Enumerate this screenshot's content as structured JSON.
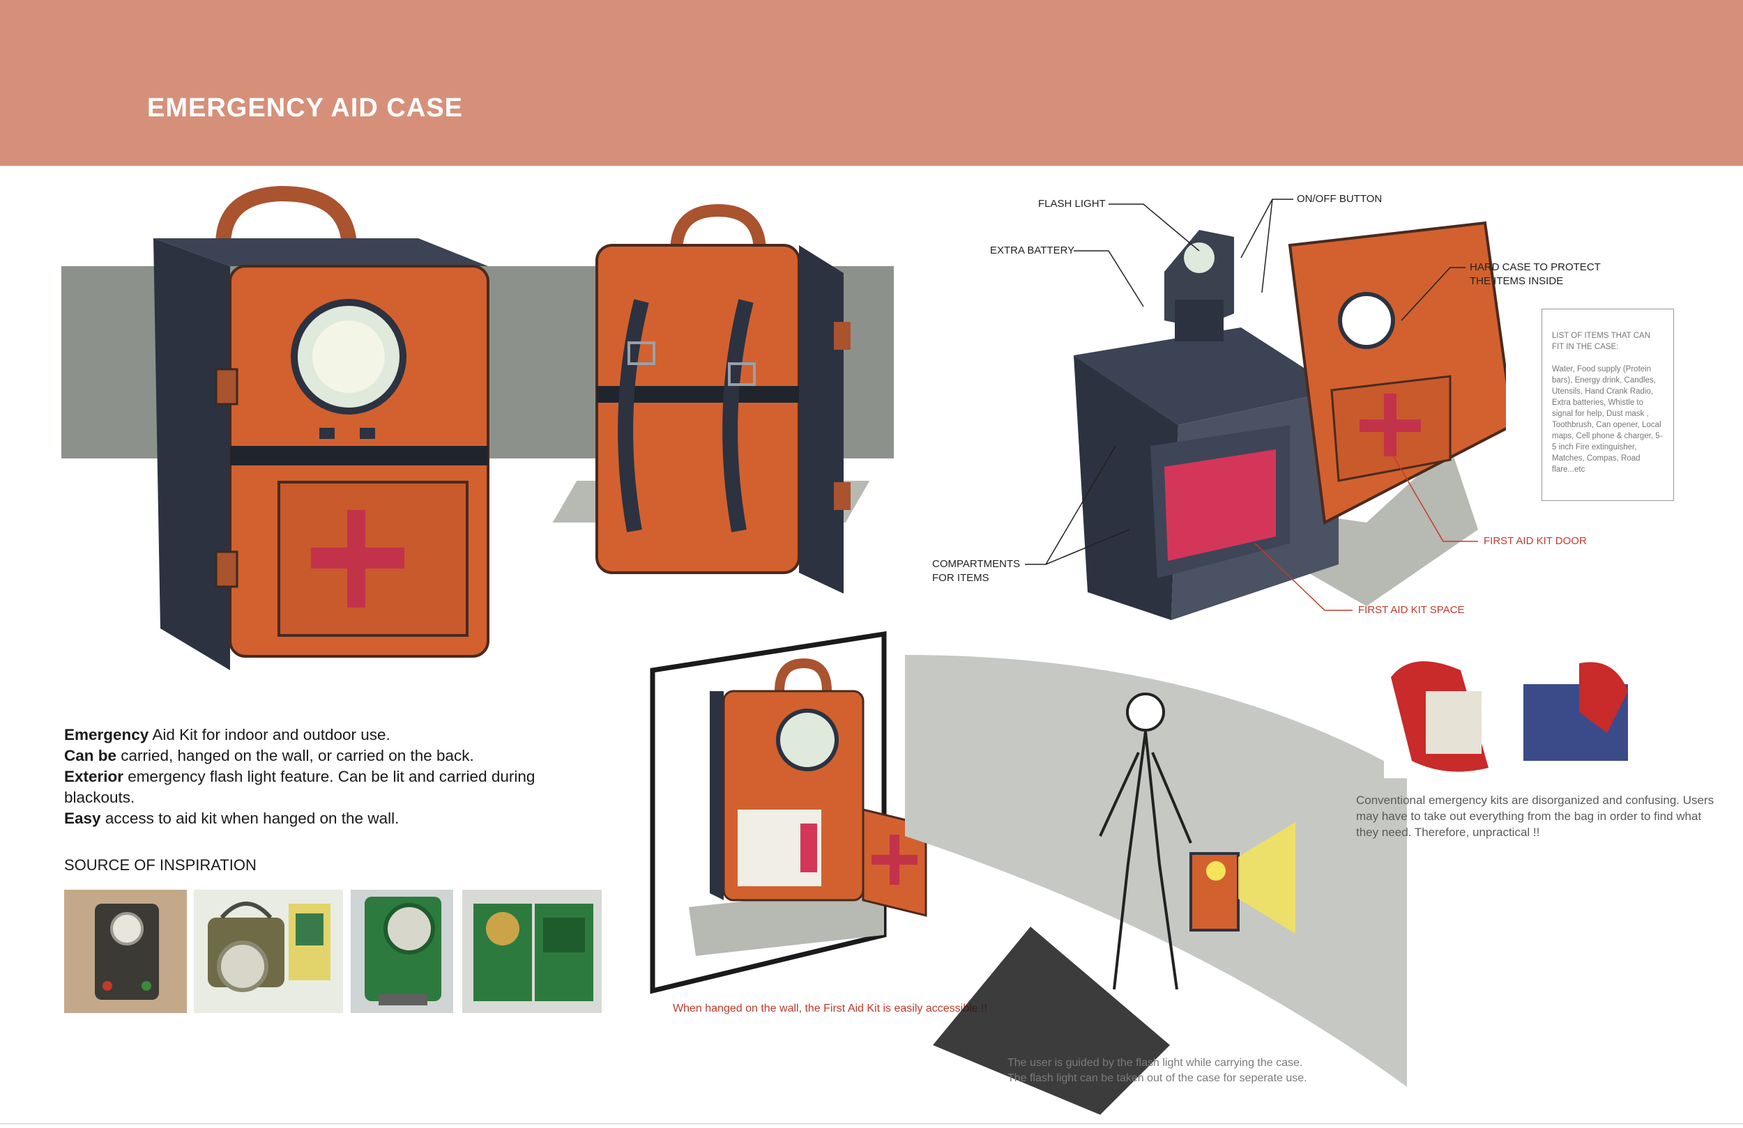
{
  "header": {
    "title": "EMERGENCY AID CASE",
    "band_color": "#d6907a"
  },
  "exploded_view": {
    "labels": {
      "flash_light": "FLASH LIGHT",
      "on_off_button": "ON/OFF BUTTON",
      "extra_battery": "EXTRA BATTERY",
      "hard_case": "HARD CASE TO PROTECT\nTHE ITEMS INSIDE",
      "first_aid_kit_door": "FIRST AID KIT DOOR",
      "compartments": "COMPARTMENTS\nFOR ITEMS",
      "first_aid_kit_space": "FIRST AID KIT SPACE"
    },
    "list_box": {
      "title": "LIST OF ITEMS THAT CAN FIT IN THE CASE:",
      "body": "Water, Food supply (Protein bars), Energy drink,  Candles, Utensils, Hand Crank Radio, Extra batteries, Whistle to signal for help, Dust mask , Toothbrush, Can opener, Local maps,  Cell phone & charger,  5-5 inch Fire extinguisher, Matches, Compas, Road flare...etc"
    }
  },
  "description": {
    "lines": [
      {
        "bold": "Emergency",
        "text": " Aid Kit for indoor and outdoor use."
      },
      {
        "bold": "Can be",
        "text": " carried, hanged on the wall, or carried on the back."
      },
      {
        "bold": "Exterior",
        "text": " emergency flash light feature. Can be lit and carried during blackouts."
      },
      {
        "bold": "Easy",
        "text": " access to aid kit when hanged on the wall."
      }
    ]
  },
  "inspiration": {
    "heading": "SOURCE OF INSPIRATION"
  },
  "captions": {
    "wall": "When hanged on the wall, the First Aid Kit is easily accessible !!",
    "user": "The user is guided by the flash light while carrying the case.\nThe flash light can be taken out of the case for seperate use.",
    "kits": "Conventional emergency kits are disorganized and confusing. Users may have to take out everything from the bag in order to find what they need. Therefore, unpractical !!"
  },
  "colors": {
    "case_orange": "#d2612f",
    "case_dark": "#2c3240",
    "accent_red": "#c43a2a",
    "band_grey": "#8c928b",
    "cross_red": "#c2334a"
  }
}
